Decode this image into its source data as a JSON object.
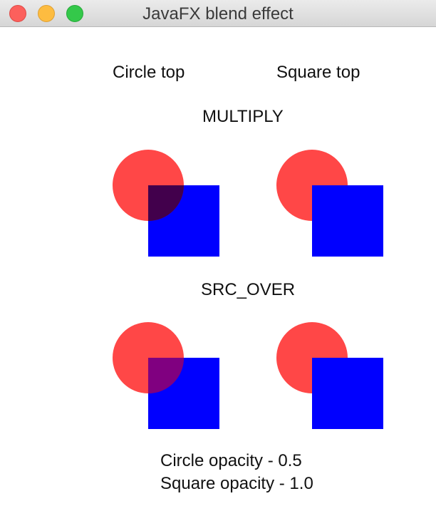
{
  "window": {
    "title": "JavaFX blend effect",
    "controls": [
      "close",
      "minimize",
      "zoom"
    ]
  },
  "columns": {
    "left": "Circle top",
    "right": "Square top"
  },
  "sections": [
    {
      "label": "MULTIPLY"
    },
    {
      "label": "SRC_OVER"
    }
  ],
  "footer": {
    "circle_opacity": "Circle opacity - 0.5",
    "square_opacity": "Square opacity - 1.0"
  },
  "colors": {
    "circle": "#ff0000",
    "square": "#0000ff",
    "multiply_overlap": "#42004c",
    "src_over_overlap": "#800080"
  },
  "opacity": {
    "circle": 0.5,
    "square": 1.0
  }
}
